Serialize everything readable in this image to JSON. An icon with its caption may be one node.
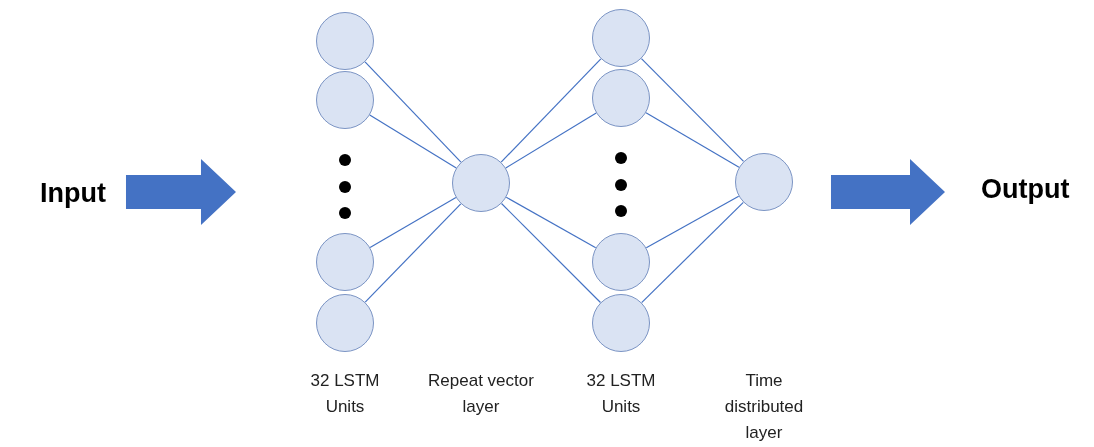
{
  "diagram": {
    "nodes": [
      {
        "text": [
          "Input"
        ]
      },
      {
        "text": [],
        "shape": "circle"
      },
      {
        "text": [],
        "shape": "circle"
      },
      {
        "text": [],
        "shape": "circle"
      },
      {
        "text": [],
        "shape": "circle"
      },
      {
        "text": [],
        "shape": "circle"
      },
      {
        "text": [],
        "shape": "circle"
      },
      {
        "text": [],
        "shape": "circle"
      },
      {
        "text": [],
        "shape": "circle"
      },
      {
        "text": [],
        "shape": "circle"
      },
      {
        "text": [],
        "shape": "circle"
      },
      {
        "text": [
          "Output"
        ]
      }
    ],
    "edges": [
      {
        "from": 0,
        "to": null,
        "arrow": "to",
        "style": "thick"
      },
      {
        "from": 1,
        "to": 5,
        "arrow": "none"
      },
      {
        "from": 2,
        "to": 5,
        "arrow": "none"
      },
      {
        "from": 3,
        "to": 5,
        "arrow": "none"
      },
      {
        "from": 4,
        "to": 5,
        "arrow": "none"
      },
      {
        "from": 5,
        "to": 6,
        "arrow": "none"
      },
      {
        "from": 5,
        "to": 7,
        "arrow": "none"
      },
      {
        "from": 5,
        "to": 8,
        "arrow": "none"
      },
      {
        "from": 5,
        "to": 9,
        "arrow": "none"
      },
      {
        "from": 6,
        "to": 10,
        "arrow": "none"
      },
      {
        "from": 7,
        "to": 10,
        "arrow": "none"
      },
      {
        "from": 8,
        "to": 10,
        "arrow": "none"
      },
      {
        "from": 9,
        "to": 10,
        "arrow": "none"
      },
      {
        "from": 10,
        "to": 11,
        "arrow": "to",
        "style": "thick"
      }
    ],
    "labels": [
      "32 LSTM Units",
      "Repeat vector layer",
      "32 LSTM Units",
      "Time distributed layer"
    ]
  }
}
